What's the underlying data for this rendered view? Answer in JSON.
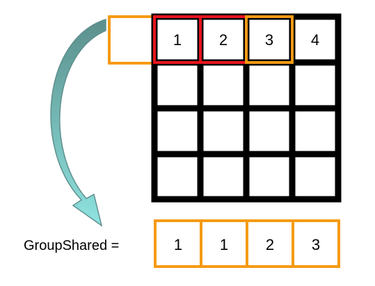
{
  "grid": {
    "rows": 4,
    "cols": 4,
    "top_row_labels": [
      "1",
      "2",
      "3",
      "4"
    ],
    "grid_color": "#000000"
  },
  "source_box": {
    "color": "#f59a14"
  },
  "highlights": {
    "red_color": "#e8141c",
    "orange_color": "#f59a14"
  },
  "arrow": {
    "fill_top": "#5b8f8c",
    "fill_bottom": "#8ee3e0",
    "stroke": "#5f8f8d"
  },
  "groupshared": {
    "label": "GroupShared =",
    "values": [
      "1",
      "1",
      "2",
      "3"
    ],
    "color": "#f59a14"
  }
}
